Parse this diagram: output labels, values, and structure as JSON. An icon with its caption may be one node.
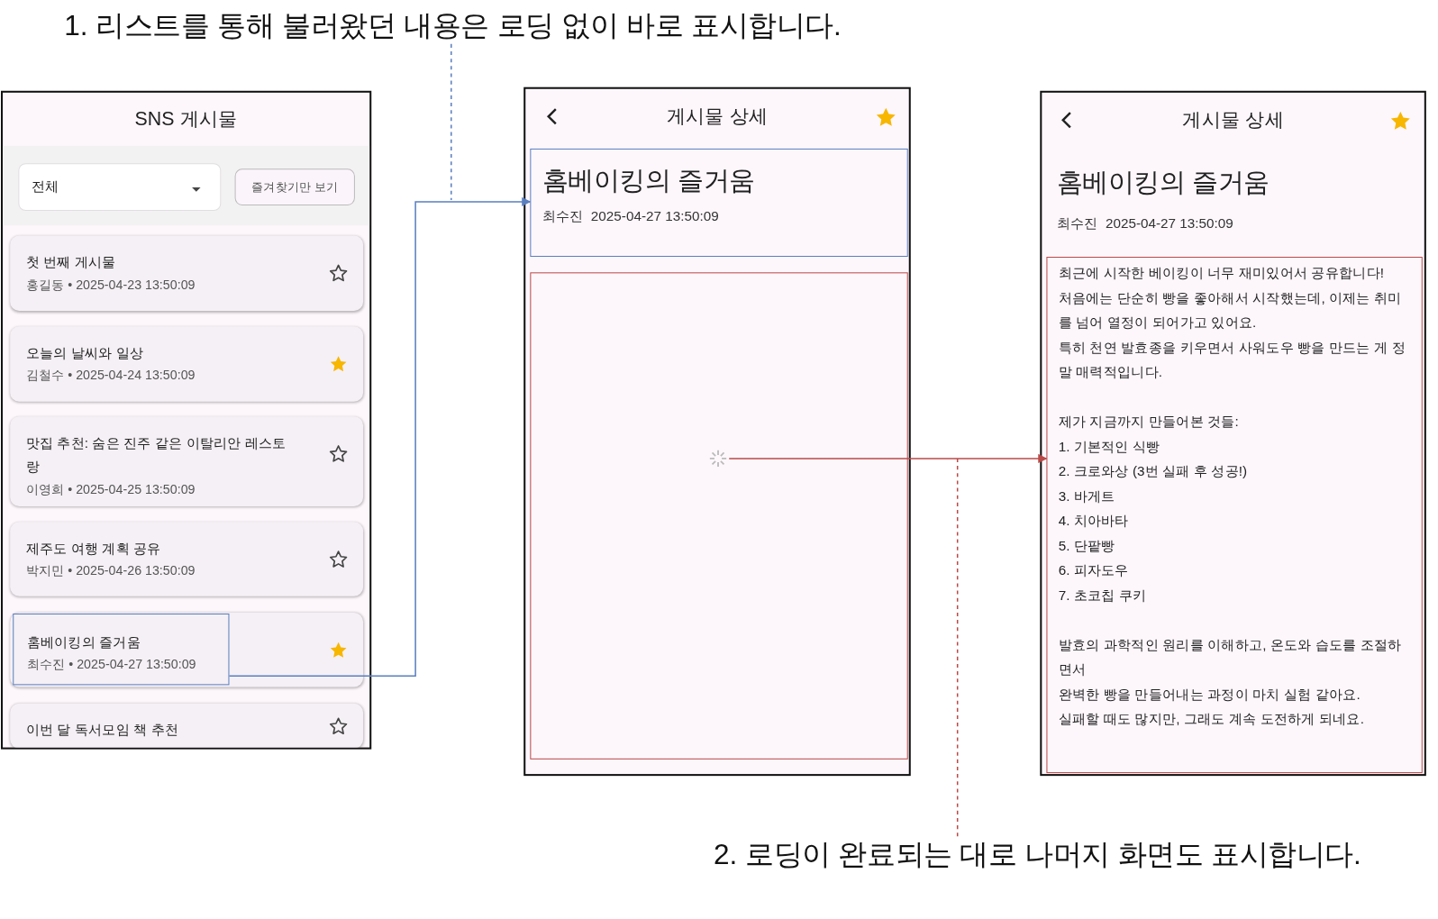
{
  "diagram": {
    "nodes": [
      {
        "text": [
          "SNS 게시물"
        ]
      },
      {
        "text": [
          "전체"
        ],
        "in": 0
      },
      {
        "text": [
          "즐겨찾기만 보기"
        ],
        "in": 0
      },
      {
        "text": [
          "첫 번째 게시물",
          "홍길동 • 2025-04-23 13:50:09"
        ],
        "in": 0
      },
      {
        "text": [
          "오늘의 날씨와 일상",
          "김철수 • 2025-04-24 13:50:09"
        ],
        "in": 0
      },
      {
        "text": [
          "맛집 추천: 숨은 진주 같은 이탈리안 레스토랑",
          "이영희 • 2025-04-25 13:50:09"
        ],
        "in": 0
      },
      {
        "text": [
          "제주도 여행 계획 공유",
          "박지민 • 2025-04-26 13:50:09"
        ],
        "in": 0
      },
      {
        "text": [],
        "shape": "box",
        "in": 0
      },
      {
        "text": [
          "이번 달 독서모임 책 추천"
        ],
        "in": 0
      },
      {
        "text": [
          "홈베이킹의 즐거움",
          "최수진 • 2025-04-27 13:50:09"
        ],
        "in": 7
      },
      {
        "text": [
          "게시물 상세"
        ]
      },
      {
        "text": [
          "홈베이킹의 즐거움",
          "최수진  2025-04-27 13:50:09"
        ],
        "in": 10
      },
      {
        "text": [],
        "shape": "box",
        "in": 10
      },
      {
        "text": [],
        "shape": "picture",
        "in": 12
      },
      {
        "text": [
          "게시물 상세",
          "홈베이킹의 즐거움",
          "최수진  2025-04-27 13:50:09"
        ]
      },
      {
        "text": [
          "최근에 시작한 베이킹이 너무 재미있어서 공유합니다!",
          "처음에는 단순히 빵을 좋아해서 시작했는데, 이제는 취미를 넘어 열정이 되어가고 있어요.",
          "특히 천연 발효종을 키우면서 사워도우 빵을 만드는 게 정말 매력적입니다.",
          "제가 지금까지 만들어본 것들:",
          "1. 기본적인 식빵",
          "2. 크로와상 (3번 실패 후 성공!)",
          "3. 바게트",
          "4. 치아바타",
          "5. 단팥빵",
          "6. 피자도우",
          "7. 초코칩 쿠키",
          "발효의 과학적인 원리를 이해하고, 온도와 습도를 조절하면서",
          "완벽한 빵을 만들어내는 과정이 마치 실험 같아요.",
          "실패할 때도 많지만, 그래도 계속 도전하게 되네요."
        ],
        "in": 14
      },
      {
        "text": [
          "1. 리스트를 통해 불러왔던 내용은 로딩 없이 바로 표시합니다."
        ]
      },
      {
        "text": [
          "2. 로딩이 완료되는 대로 나머지 화면도 표시합니다."
        ]
      }
    ],
    "edges": [
      {
        "from": 9,
        "to": 11,
        "arrow": "to",
        "color": "#5a7fbf"
      },
      {
        "from": 13,
        "to": 15,
        "arrow": "to",
        "color": "#b94a48"
      },
      {
        "from": 16,
        "to": null,
        "arrow": "none",
        "style": "dashed",
        "color": "#5a7fbf"
      },
      {
        "from": 17,
        "to": null,
        "arrow": "none",
        "style": "dashed",
        "color": "#b94a48"
      }
    ]
  }
}
